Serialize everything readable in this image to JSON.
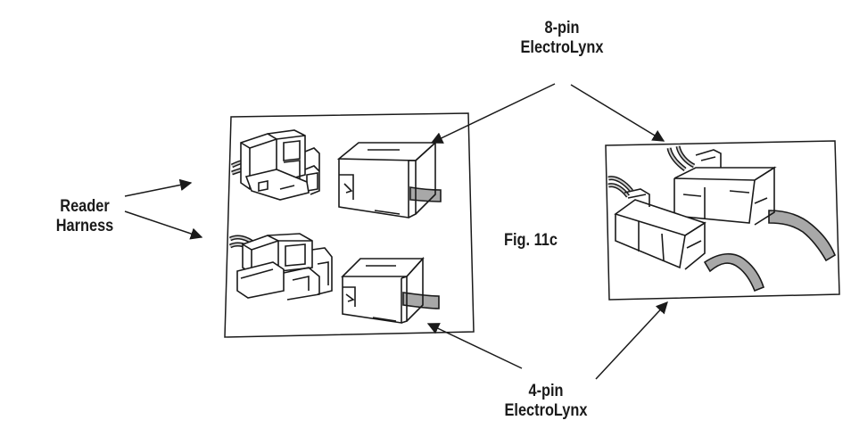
{
  "labels": {
    "eight_pin": [
      "8-pin",
      "ElectroLynx"
    ],
    "reader_harness": [
      "Reader",
      "Harness"
    ],
    "figure": "Fig. 11c",
    "four_pin": [
      "4-pin",
      "ElectroLynx"
    ]
  },
  "colors": {
    "ink": "#1a1a1a",
    "cable_fill": "#a8a8a8",
    "background": "#ffffff"
  }
}
